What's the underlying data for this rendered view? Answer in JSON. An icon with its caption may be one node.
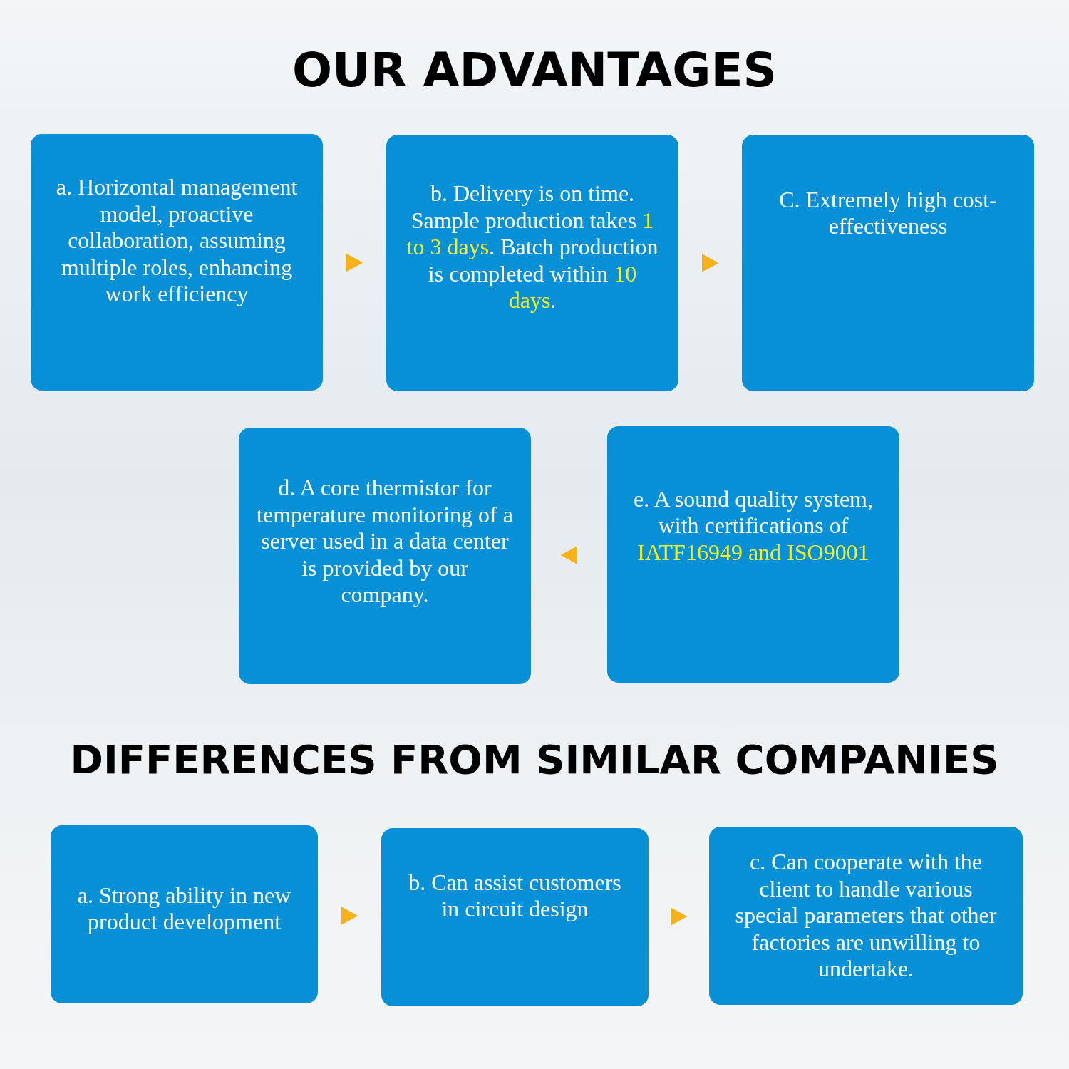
{
  "diagram": {
    "title": "OUR ADVANTAGES",
    "nodes": [
      {
        "text": [
          "a. Horizontal management model, proactive collaboration, assuming multiple roles, enhancing work efficiency"
        ]
      },
      {
        "text": [
          "b. Delivery is on time. Sample production takes **1 to 3 days**. Batch production is completed within **10 days**."
        ]
      },
      {
        "text": [
          "C. Extremely high cost-effectiveness"
        ]
      },
      {
        "text": [
          "d. A core thermistor for temperature monitoring of a server used in a data center is provided by our company."
        ]
      },
      {
        "text": [
          "e. A sound quality system, with certifications of **IATF16949 and ISO9001**"
        ]
      },
      {
        "text": [
          "a. Strong ability in new product development"
        ]
      },
      {
        "text": [
          "b. Can assist customers in circuit design"
        ]
      },
      {
        "text": [
          "c. Can cooperate with the client to handle various special parameters that other factories are unwilling to undertake."
        ]
      }
    ],
    "edges": [
      {
        "from": 0,
        "to": 1,
        "arrow": "to"
      },
      {
        "from": 1,
        "to": 2,
        "arrow": "to"
      },
      {
        "from": 4,
        "to": 3,
        "arrow": "to"
      },
      {
        "from": 5,
        "to": 6,
        "arrow": "to"
      },
      {
        "from": 6,
        "to": 7,
        "arrow": "to"
      }
    ],
    "labels": [
      "DIFFERENCES FROM SIMILAR COMPANIES"
    ]
  }
}
